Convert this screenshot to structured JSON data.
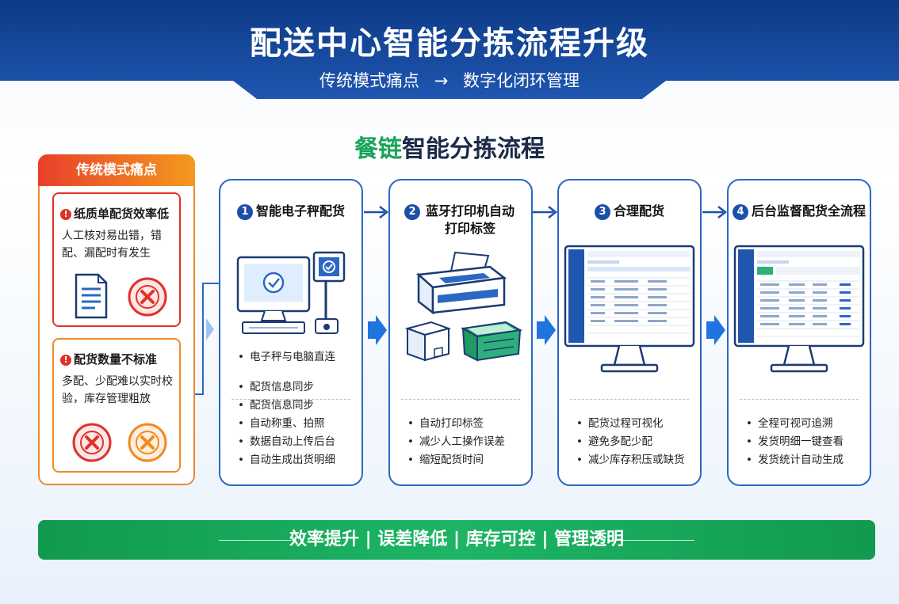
{
  "header": {
    "title": "配送中心智能分拣流程升级",
    "subtitle_left": "传统模式痛点",
    "subtitle_arrow": "→",
    "subtitle_right": "数字化闭环管理",
    "color": "#1a4a9c"
  },
  "section_title": {
    "brand": "餐链",
    "text": "智能分拣流程"
  },
  "pain_panel": {
    "title": "传统模式痛点",
    "cards": [
      {
        "title": "纸质单配货效率低",
        "text": "人工核对易出错，错配、漏配时有发生",
        "icons": [
          "document-icon",
          "error-x-icon"
        ]
      },
      {
        "title": "配货数量不标准",
        "text": "多配、少配难以实时校验，库存管理粗放",
        "icons": [
          "error-x-icon",
          "warning-x-icon"
        ]
      }
    ]
  },
  "steps": [
    {
      "number": "1",
      "title": "智能电子秤配货",
      "illustration": "computer-scale-icon",
      "bullets": [
        "电子秤与电脑直连",
        "配货信息同步",
        "配货信息同步",
        "自动称重、拍照",
        "数据自动上传后台",
        "自动生成出货明细"
      ]
    },
    {
      "number": "2",
      "title": "蓝牙打印机自动打印标签",
      "illustration": "printer-boxes-icon",
      "bullets": [
        "自动打印标签",
        "减少人工操作误差",
        "缩短配货时间"
      ]
    },
    {
      "number": "3",
      "title": "合理配货",
      "illustration": "monitor-dashboard-icon",
      "bullets": [
        "配货过程可视化",
        "避免多配少配",
        "减少库存积压或缺货"
      ]
    },
    {
      "number": "4",
      "title": "后台监督配货全流程",
      "illustration": "monitor-dashboard-icon",
      "bullets": [
        "全程可视可追溯",
        "发货明细一键查看",
        "发货统计自动生成"
      ]
    }
  ],
  "banner": {
    "text": "效率提升 | 误差降低 | 库存可控 | 管理透明"
  },
  "colors": {
    "primary_blue": "#2a68c4",
    "brand_green": "#1aa35a",
    "alert_red": "#e0312a",
    "alert_orange": "#f08a22"
  }
}
